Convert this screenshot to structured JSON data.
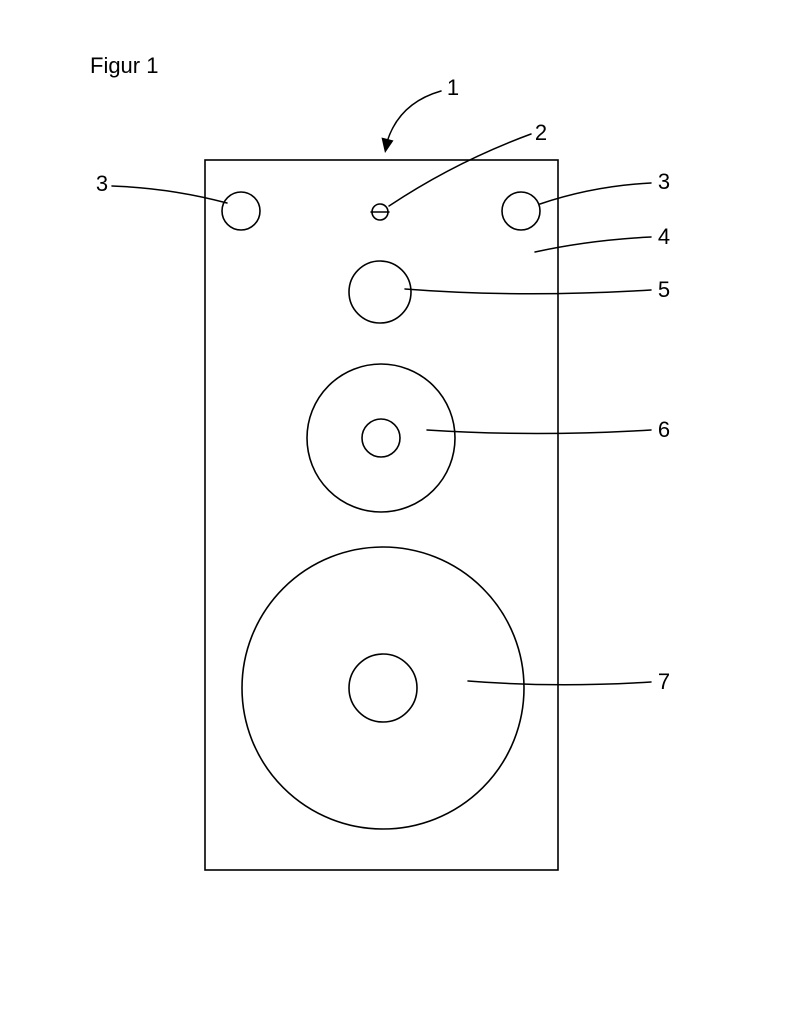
{
  "figure": {
    "title": "Figur 1"
  },
  "labels": {
    "ref1": "1",
    "ref2": "2",
    "ref3_left": "3",
    "ref3_right": "3",
    "ref4": "4",
    "ref5": "5",
    "ref6": "6",
    "ref7": "7"
  },
  "colors": {
    "line": "#000000",
    "background": "#ffffff"
  }
}
